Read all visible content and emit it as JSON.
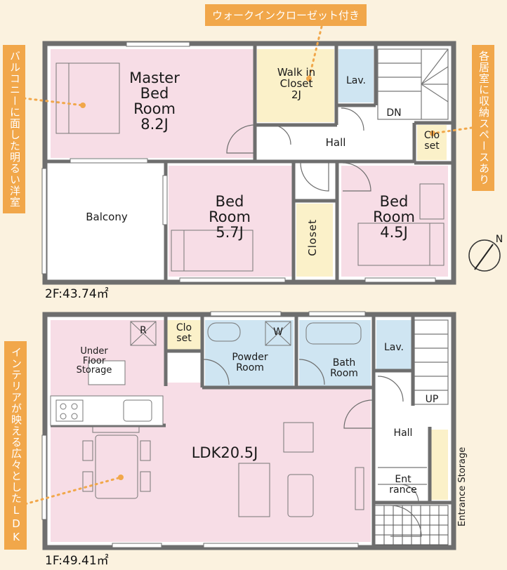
{
  "floor2": {
    "area": "2F:43.74㎡",
    "master_bed_room": [
      "Master",
      "Bed",
      "Room",
      "8.2J"
    ],
    "walk_in_closet": [
      "Walk in",
      "Closet",
      "2J"
    ],
    "lav": "Lav.",
    "dn": "DN",
    "hall": "Hall",
    "closet_small": [
      "Clo",
      "set"
    ],
    "balcony": "Balcony",
    "bed_room_a": [
      "Bed",
      "Room",
      "5.7J"
    ],
    "closet_vertical": "Closet",
    "bed_room_b": [
      "Bed",
      "Room",
      "4.5J"
    ]
  },
  "floor1": {
    "area": "1F:49.41㎡",
    "r_mark": "R",
    "closet": [
      "Clo",
      "set"
    ],
    "powder_room": [
      "Powder",
      "Room"
    ],
    "w_mark": "W",
    "bath_room": [
      "Bath",
      "Room"
    ],
    "lav": "Lav.",
    "under_floor_storage": [
      "Under",
      "Floor",
      "Storage"
    ],
    "up": "UP",
    "hall": "Hall",
    "ldk": "LDK20.5J",
    "entrance": [
      "Ent",
      "rance"
    ],
    "entrance_storage": "Entrance Storage"
  },
  "callouts": {
    "walk_in_closet_note": "ウォークインクローゼット付き",
    "balcony_room_note": "バルコニーに面した明るい洋室",
    "storage_note": "各居室に収納スペースあり",
    "ldk_note": "インテリアが映える広々としたLDK"
  },
  "compass": {
    "north_label": "N"
  },
  "colors": {
    "background": "#fbf2df",
    "wall": "#6e6e6e",
    "bedroom_fill": "#f7dde6",
    "closet_fill": "#fbf1c9",
    "wet_fill": "#cfe5f2",
    "callout": "#f1a74a"
  }
}
